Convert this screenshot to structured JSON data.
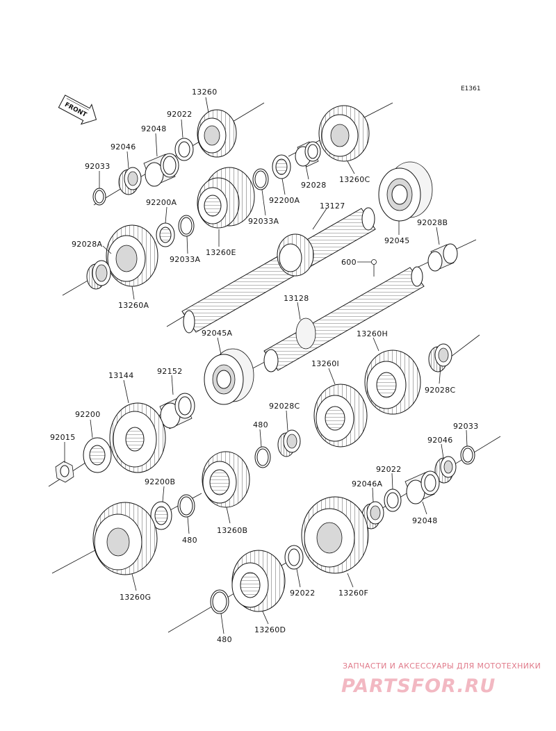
{
  "diagram_code": "E1361",
  "front_label": "FRONT",
  "watermark": {
    "tagline": "ЗАПЧАСТИ И АКСЕССУАРЫ ДЛЯ МОТОТЕХНИКИ",
    "brand": "PARTSFOR.RU",
    "color": "#e46a7e"
  },
  "callouts": [
    {
      "id": "c13260",
      "text": "13260"
    },
    {
      "id": "c92022a",
      "text": "92022"
    },
    {
      "id": "c92048a",
      "text": "92048"
    },
    {
      "id": "c92046a",
      "text": "92046"
    },
    {
      "id": "c92033a",
      "text": "92033"
    },
    {
      "id": "c92200Aa",
      "text": "92200A"
    },
    {
      "id": "c92033Aa",
      "text": "92033A"
    },
    {
      "id": "c13260E",
      "text": "13260E"
    },
    {
      "id": "c92033Ab",
      "text": "92033A"
    },
    {
      "id": "c92200Ab",
      "text": "92200A"
    },
    {
      "id": "c92028",
      "text": "92028"
    },
    {
      "id": "c13260C",
      "text": "13260C"
    },
    {
      "id": "c13127",
      "text": "13127"
    },
    {
      "id": "c92045",
      "text": "92045"
    },
    {
      "id": "c92028B",
      "text": "92028B"
    },
    {
      "id": "c92028A",
      "text": "92028A"
    },
    {
      "id": "c13260A",
      "text": "13260A"
    },
    {
      "id": "c600",
      "text": "600"
    },
    {
      "id": "c13128",
      "text": "13128"
    },
    {
      "id": "c92045A",
      "text": "92045A"
    },
    {
      "id": "c13260H",
      "text": "13260H"
    },
    {
      "id": "c92028C",
      "text": "92028C"
    },
    {
      "id": "c13144",
      "text": "13144"
    },
    {
      "id": "c92152",
      "text": "92152"
    },
    {
      "id": "c13260I",
      "text": "13260I"
    },
    {
      "id": "c92200",
      "text": "92200"
    },
    {
      "id": "c92028Cb",
      "text": "92028C"
    },
    {
      "id": "c480a",
      "text": "480"
    },
    {
      "id": "c92015",
      "text": "92015"
    },
    {
      "id": "c92033b",
      "text": "92033"
    },
    {
      "id": "c92046b",
      "text": "92046"
    },
    {
      "id": "c92022b",
      "text": "92022"
    },
    {
      "id": "c92046A",
      "text": "92046A"
    },
    {
      "id": "c92200B",
      "text": "92200B"
    },
    {
      "id": "c13260B",
      "text": "13260B"
    },
    {
      "id": "c92048b",
      "text": "92048"
    },
    {
      "id": "c480b",
      "text": "480"
    },
    {
      "id": "c13260G",
      "text": "13260G"
    },
    {
      "id": "c92022c",
      "text": "92022"
    },
    {
      "id": "c13260F",
      "text": "13260F"
    },
    {
      "id": "c480c",
      "text": "480"
    },
    {
      "id": "c13260D",
      "text": "13260D"
    }
  ]
}
